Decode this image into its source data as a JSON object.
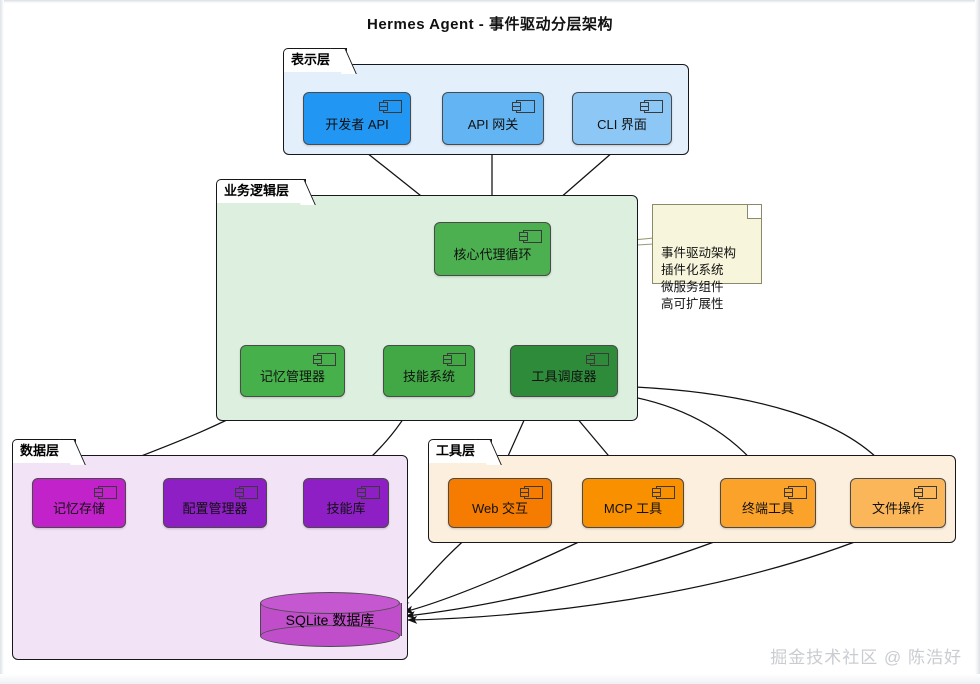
{
  "title": "Hermes Agent - 事件驱动分层架构",
  "watermark": "掘金技术社区 @ 陈浩好",
  "layers": [
    {
      "id": "presentation",
      "label": "表示层",
      "bg": "#e3f0fc",
      "components": [
        {
          "id": "dev-api",
          "label": "开发者 API",
          "color": "#2196f3"
        },
        {
          "id": "api-gw",
          "label": "API 网关",
          "color": "#63b4f2"
        },
        {
          "id": "cli",
          "label": "CLI 界面",
          "color": "#8dc7f5"
        }
      ]
    },
    {
      "id": "business",
      "label": "业务逻辑层",
      "bg": "#ddf0df",
      "components": [
        {
          "id": "core-loop",
          "label": "核心代理循环",
          "color": "#4caf50"
        },
        {
          "id": "memory-mgr",
          "label": "记忆管理器",
          "color": "#46b04a"
        },
        {
          "id": "skill-sys",
          "label": "技能系统",
          "color": "#41a845"
        },
        {
          "id": "tool-disp",
          "label": "工具调度器",
          "color": "#2e8b3a"
        }
      ]
    },
    {
      "id": "data",
      "label": "数据层",
      "bg": "#f3e3f7",
      "components": [
        {
          "id": "memory-store",
          "label": "记忆存储",
          "color": "#c222c9"
        },
        {
          "id": "config-mgr",
          "label": "配置管理器",
          "color": "#8e1fc4"
        },
        {
          "id": "skill-lib",
          "label": "技能库",
          "color": "#8e1fc4"
        }
      ],
      "database": {
        "id": "sqlite-db",
        "label": "SQLite 数据库",
        "color": "#c04ecb"
      }
    },
    {
      "id": "tools",
      "label": "工具层",
      "bg": "#fcefdd",
      "components": [
        {
          "id": "web-tool",
          "label": "Web 交互",
          "color": "#f57c00"
        },
        {
          "id": "mcp-tool",
          "label": "MCP 工具",
          "color": "#f99000"
        },
        {
          "id": "terminal-tool",
          "label": "终端工具",
          "color": "#fba22b"
        },
        {
          "id": "file-tool",
          "label": "文件操作",
          "color": "#fcb65a"
        }
      ]
    }
  ],
  "note": {
    "id": "architecture-note",
    "text": "事件驱动架构\n插件化系统\n微服务组件\n高可扩展性"
  }
}
